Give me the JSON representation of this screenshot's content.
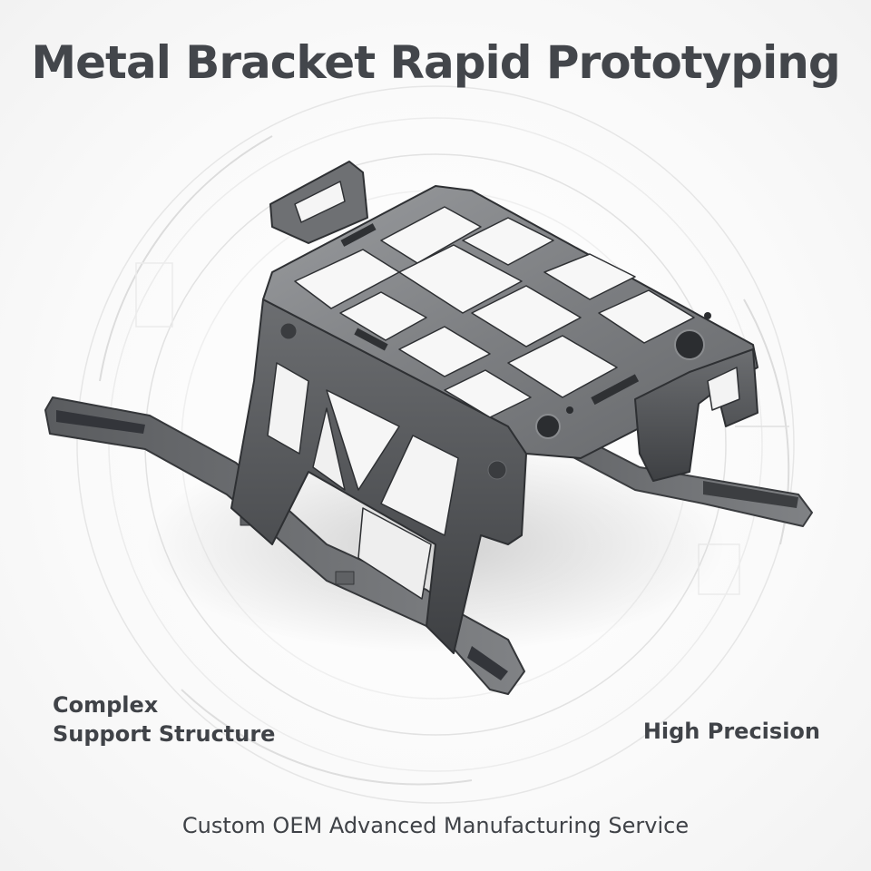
{
  "title": "Metal Bracket Rapid Prototyping",
  "features": {
    "left_line1": "Complex",
    "left_line2": "Support Structure",
    "right": "High Precision"
  },
  "footer": "Custom OEM Advanced Manufacturing Service",
  "product_image": "metal-bracket-render",
  "colors": {
    "background": "#ffffff",
    "text": "#43464b",
    "metal_top": "#8a8c8f",
    "metal_side": "#55575a",
    "metal_dark": "#2e3033"
  }
}
